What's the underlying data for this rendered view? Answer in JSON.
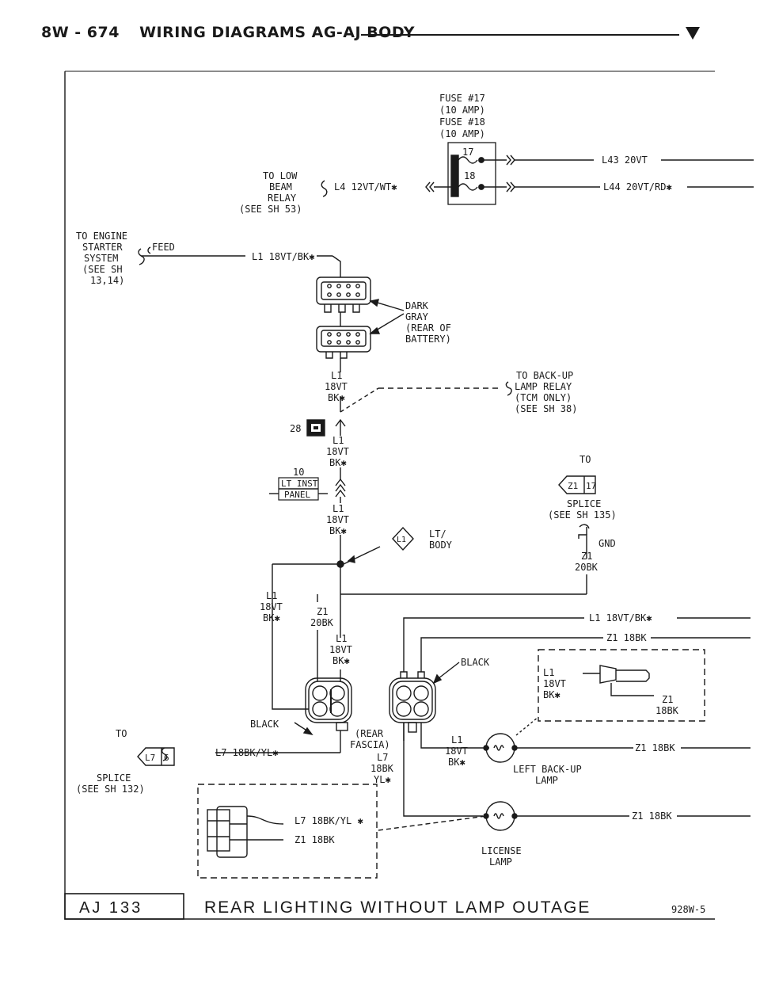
{
  "header": {
    "page": "8W - 674",
    "title": "WIRING DIAGRAMS AG-AJ BODY"
  },
  "footer": {
    "page_id": "AJ 133",
    "title": "REAR LIGHTING WITHOUT LAMP OUTAGE",
    "code": "928W-5"
  },
  "fuses": {
    "label_lines": [
      "FUSE #17",
      "(10 AMP)",
      "FUSE #18",
      "(10 AMP)"
    ],
    "fuse_17": "17",
    "fuse_18": "18"
  },
  "wires": {
    "l43": "L43 20VT",
    "l44": "L44 20VT/RD✱",
    "l4": "L4 12VT/WT✱",
    "l1_main": "L1 18VT/BK✱",
    "l1_right": "L1 18VT/BK✱",
    "z1_right": "Z1 18BK",
    "z1_lamp1": "Z1 18BK",
    "z1_lamp2": "Z1 18BK",
    "l7_splice": "L7 18BK/YL✱"
  },
  "destinations": {
    "low_beam": [
      "TO LOW",
      "BEAM",
      "RELAY",
      "(SEE SH 53)"
    ],
    "engine_starter": [
      "TO ENGINE",
      "STARTER",
      "SYSTEM",
      "(SEE SH",
      "13,14)"
    ],
    "feed": "FEED",
    "backup_relay": [
      "TO BACK-UP",
      "LAMP RELAY",
      "(TCM ONLY)",
      "(SEE SH 38)"
    ]
  },
  "connectors": {
    "dark_gray": [
      "DARK",
      "GRAY",
      "(REAR OF",
      "BATTERY)"
    ],
    "c28": "28",
    "lt_inst_panel": [
      "LT INST",
      "PANEL"
    ],
    "c10": "10",
    "black1": "BLACK",
    "black2": "BLACK",
    "rear_fascia": [
      "(REAR",
      "FASCIA)"
    ]
  },
  "splices": {
    "z1": {
      "to": "TO",
      "id": "Z1",
      "num": "17",
      "label": [
        "SPLICE",
        "(SEE SH 135)"
      ]
    },
    "l7": {
      "to": "TO",
      "id": "L7",
      "num": "6",
      "label": [
        "SPLICE",
        "(SEE SH 132)"
      ]
    },
    "l1": {
      "id": "L1",
      "label": [
        "LT/",
        "BODY"
      ]
    }
  },
  "ground": "GND",
  "wire_tags": {
    "l1_a": [
      "L1",
      "18VT",
      "BK✱"
    ],
    "l1_b": [
      "L1",
      "18VT",
      "BK✱"
    ],
    "l1_c": [
      "L1",
      "18VT",
      "BK✱"
    ],
    "l1_d": [
      "L1",
      "18VT",
      "BK✱"
    ],
    "l1_e": [
      "L1",
      "18VT",
      "BK✱"
    ],
    "l1_f": [
      "L1",
      "18VT",
      "BK✱"
    ],
    "z1_gnd": [
      "Z1",
      "20BK"
    ],
    "z1_gnd2": [
      "Z1",
      "20BK"
    ],
    "l7_left": [
      "L7",
      "18BK",
      "YL✱"
    ],
    "bulb_l1": [
      "L1",
      "18VT",
      "BK✱"
    ],
    "bulb_z1": [
      "Z1",
      "18BK"
    ],
    "l7_detail": "L7 18BK/YL ✱",
    "z1_detail": "Z1 18BK"
  },
  "lamps": {
    "left_backup": [
      "LEFT BACK-UP",
      "LAMP"
    ],
    "license": [
      "LICENSE",
      "LAMP"
    ]
  }
}
